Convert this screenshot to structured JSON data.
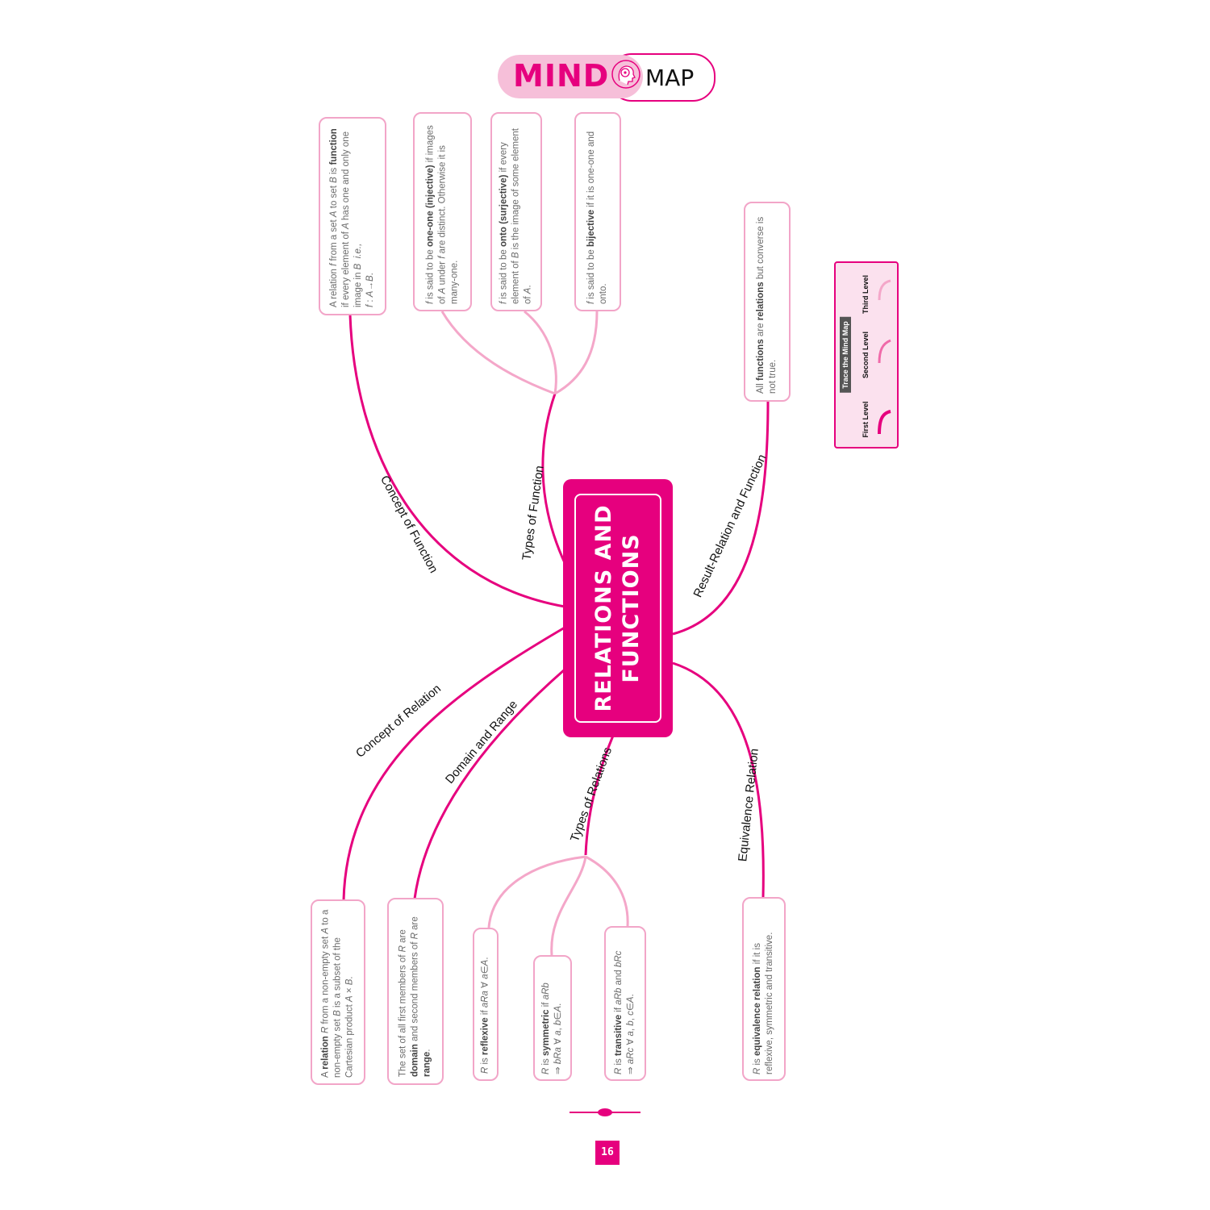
{
  "header": {
    "mind": "MIND",
    "map": "MAP"
  },
  "central": {
    "line1": "RELATIONS AND",
    "line2": "FUNCTIONS"
  },
  "branches": {
    "concept_function": "Concept of Function",
    "types_function": "Types of Function",
    "result": "Result-Relation and Function",
    "concept_relation": "Concept of Relation",
    "domain_range": "Domain and Range",
    "types_relations": "Types of Relations",
    "equivalence": "Equivalence Relation"
  },
  "boxes": {
    "function_def": "A relation <i>f</i> from a set <i>A</i> to set <i>B</i> is <b>function</b> if every element of <i>A</i> has one and only one image in <i>B</i> &nbsp;<i>i.e.,</i><br><i>f</i> : <i>A</i>&rarr;<i>B</i>.",
    "one_one": "<i>f</i> is said to be <b>one-one (injective)</b> if images of <i>A</i> under <i>f</i> are distinct. Otherwise it is many-one.",
    "onto": "<i>f</i> is said to be <b>onto (surjective)</b> if every element of <i>B</i> is the image of some element of <i>A</i>.",
    "bijective": "<i>f</i> is said to be <b>bijective</b> if it is one-one and onto.",
    "all_functions": "All <b>functions</b> are <b>relations</b> but converse is not true.",
    "relation_def": "A <b>relation</b> <i>R</i> from a non-empty set <i>A</i> to a non-empty set <i>B</i> is a subset of the Cartesian product <i>A</i> &times; <i>B</i>.",
    "domain_range": "The set of all first members of <i>R</i> are <b>domain</b> and second members of <i>R</i> are <b>range</b>.",
    "reflexive": "<i>R</i> is <b>reflexive</b> if <i>aRa</i> &forall; <i>a</i>&isin;<i>A</i>.",
    "symmetric": "<i>R</i> is <b>symmetric</b> if <i>aRb</i><br>&rArr; <i>bRa</i> &forall; <i>a</i>, <i>b</i>&isin;<i>A</i>.",
    "transitive": "<i>R</i> is <b>transitive</b> if <i>aRb</i> and <i>bRc</i><br>&rArr; <i>aRc</i> &forall; <i>a</i>, <i>b</i>, <i>c</i>&isin;<i>A</i>.",
    "equivalence": "<i>R</i> is <b>equivalence relation</b> if it is reflexive, symmetric and transitive."
  },
  "legend": {
    "title": "Trace the Mind Map",
    "first": "First Level",
    "second": "Second Level",
    "third": "Third Level"
  },
  "colors": {
    "first_level": "#e6007e",
    "second_level": "#f06aa9",
    "third_level": "#f4a7c9"
  },
  "page_number": "16"
}
